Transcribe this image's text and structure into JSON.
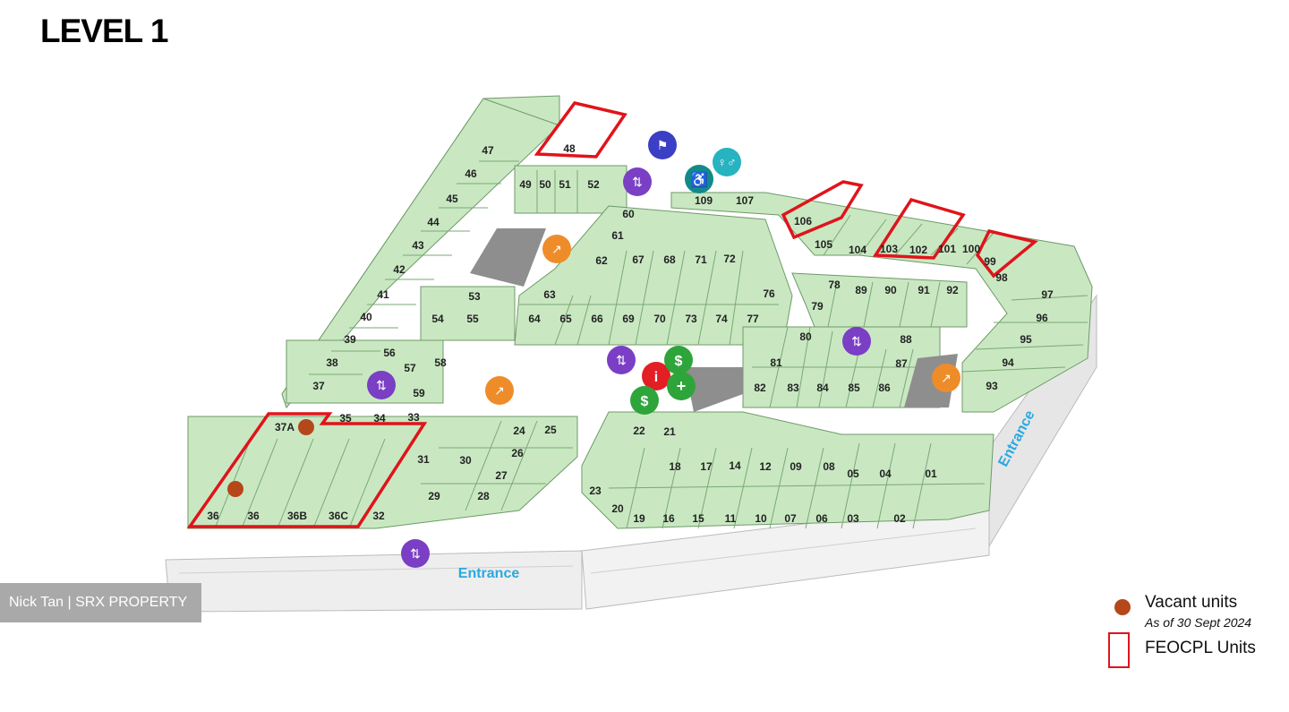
{
  "title": "LEVEL 1",
  "watermark": "Nick Tan | SRX PROPERTY",
  "legend": {
    "vacant_label": "Vacant units",
    "as_of": "As of 30 Sept 2024",
    "feocpl_label": "FEOCPL Units",
    "vacant_color": "#b5471b",
    "feocpl_color": "#e0141b"
  },
  "entrances": [
    "Entrance",
    "Entrance"
  ],
  "units": [
    "47",
    "48",
    "46",
    "45",
    "44",
    "43",
    "42",
    "41",
    "40",
    "39",
    "38",
    "37",
    "49",
    "50",
    "51",
    "52",
    "60",
    "61",
    "62",
    "67",
    "68",
    "71",
    "72",
    "53",
    "54",
    "55",
    "63",
    "64",
    "65",
    "66",
    "69",
    "70",
    "73",
    "74",
    "76",
    "77",
    "56",
    "57",
    "58",
    "59",
    "37A",
    "35",
    "34",
    "33",
    "36",
    "36",
    "36B",
    "36C",
    "32",
    "24",
    "25",
    "26",
    "31",
    "30",
    "27",
    "29",
    "28",
    "22",
    "21",
    "23",
    "20",
    "18",
    "17",
    "14",
    "12",
    "09",
    "08",
    "05",
    "04",
    "01",
    "19",
    "16",
    "15",
    "11",
    "10",
    "07",
    "06",
    "03",
    "02",
    "109",
    "107",
    "106",
    "105",
    "104",
    "103",
    "102",
    "101",
    "100",
    "99",
    "98",
    "97",
    "96",
    "95",
    "94",
    "93",
    "78",
    "89",
    "90",
    "91",
    "92",
    "79",
    "80",
    "81",
    "82",
    "83",
    "84",
    "85",
    "86",
    "87",
    "88"
  ],
  "icons": [
    "security-icon",
    "restroom-icon",
    "wheelchair-icon",
    "lift-icon",
    "escalator-icon",
    "escalator-icon",
    "lift-icon",
    "lift-icon",
    "info-icon",
    "atm-icon",
    "atm-icon",
    "first-aid-icon",
    "lift-icon",
    "escalator-icon",
    "lift-icon"
  ]
}
